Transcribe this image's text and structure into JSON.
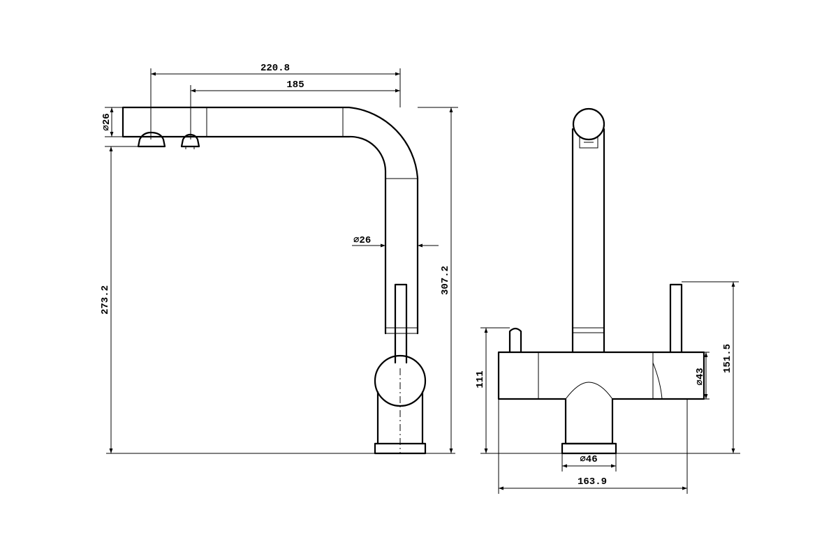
{
  "dimensions": {
    "side_total_reach": "220.8",
    "side_spout_reach": "185",
    "side_outlet_diameter": "∅26",
    "side_tube_diameter": "∅26",
    "side_outlet_height": "273.2",
    "side_total_height": "307.2",
    "front_body_height": "111",
    "front_handle_height": "151.5",
    "front_body_diameter": "∅43",
    "front_base_diameter": "∅46",
    "front_total_width": "163.9"
  }
}
